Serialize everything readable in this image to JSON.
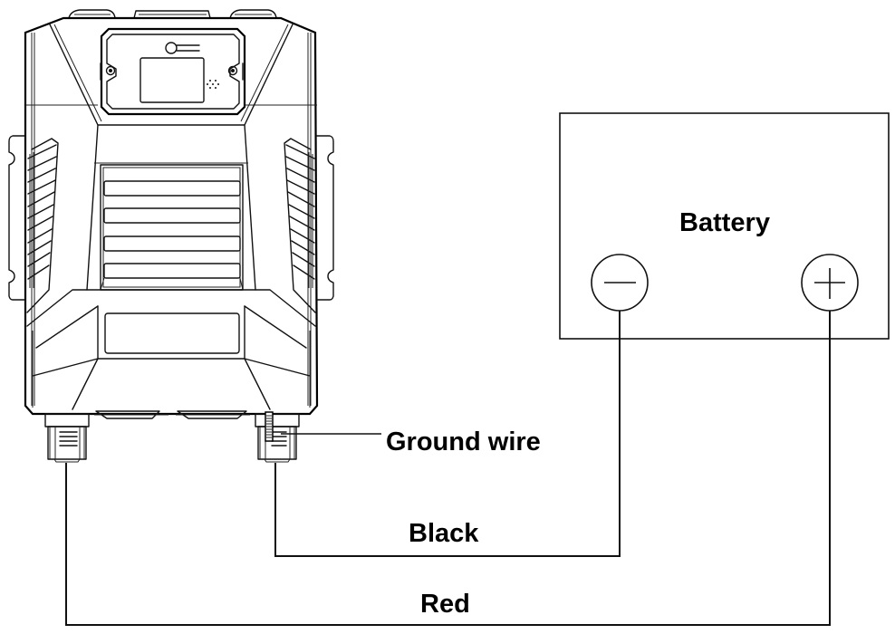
{
  "diagram": {
    "type": "wiring-diagram",
    "subject": "Device to battery connection",
    "components": {
      "device": {
        "label": ""
      },
      "battery": {
        "label": "Battery",
        "terminals": {
          "negative": {
            "symbol": "−",
            "name": "negative"
          },
          "positive": {
            "symbol": "+",
            "name": "positive"
          }
        }
      }
    },
    "labels": {
      "ground_wire": "Ground wire",
      "black_wire": "Black",
      "red_wire": "Red"
    },
    "connections": [
      {
        "from": "device-right-terminal",
        "to": "battery-negative",
        "wire": "Black"
      },
      {
        "from": "device-left-terminal",
        "to": "battery-positive",
        "wire": "Red"
      },
      {
        "from": "device-right-terminal",
        "to": "ground",
        "wire": "Ground wire"
      }
    ],
    "colors": {
      "line": "#111111",
      "background": "#ffffff"
    }
  }
}
